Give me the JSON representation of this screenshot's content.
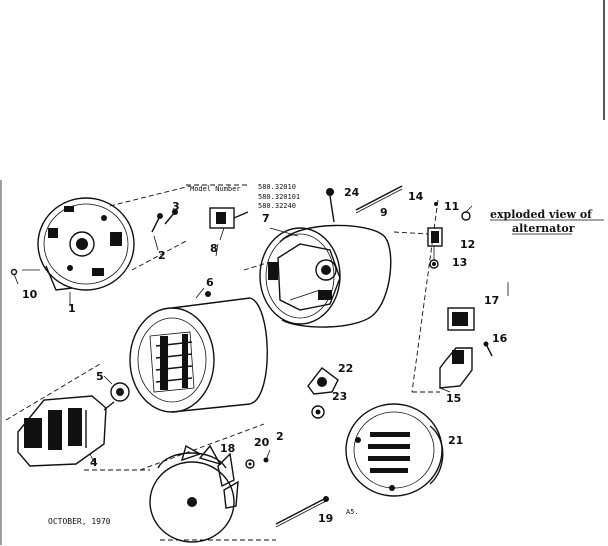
{
  "header": {
    "model_number_label": "Model Number",
    "model_numbers": [
      "580.32010",
      "580.320101",
      "580.32240"
    ]
  },
  "title": {
    "line1": "exploded view of",
    "line2": "alternator"
  },
  "footer": {
    "date": "OCTOBER, 1970",
    "code": "A5."
  },
  "callouts": [
    "1",
    "2",
    "3",
    "4",
    "5",
    "6",
    "7",
    "8",
    "9",
    "10",
    "11",
    "12",
    "13",
    "14",
    "15",
    "16",
    "17",
    "18",
    "19",
    "20",
    "2",
    "21",
    "22",
    "23",
    "24"
  ]
}
